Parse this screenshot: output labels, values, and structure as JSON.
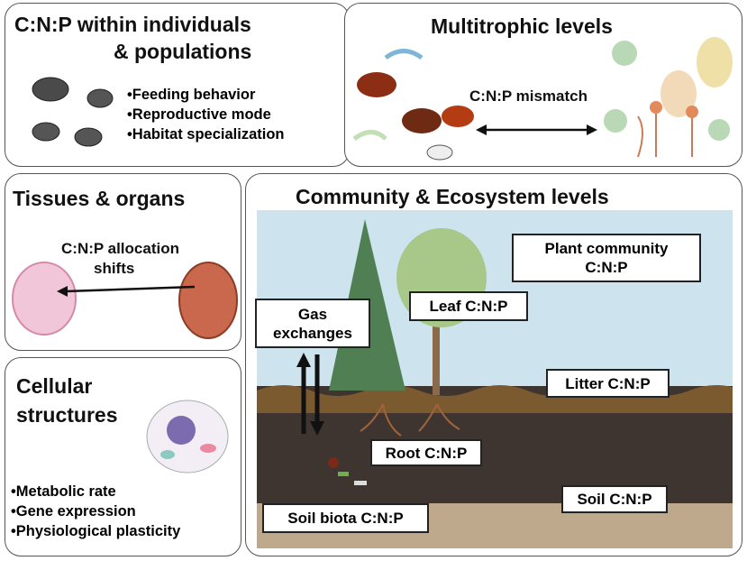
{
  "panels": {
    "individuals": {
      "title_1": "C:N:P within individuals",
      "title_2": "& populations",
      "bullets": [
        "•Feeding behavior",
        "•Reproductive mode",
        "•Habitat specialization"
      ]
    },
    "multitrophic": {
      "title": "Multitrophic levels",
      "mismatch": "C:N:P mismatch"
    },
    "tissues": {
      "title": "Tissues & organs",
      "label_1": "C:N:P allocation",
      "label_2": "shifts"
    },
    "cellular": {
      "title_1": "Cellular",
      "title_2": "structures",
      "bullets": [
        "•Metabolic rate",
        "•Gene expression",
        "•Physiological plasticity"
      ]
    },
    "community": {
      "title": "Community & Ecosystem levels",
      "labels": {
        "plant_1": "Plant community",
        "plant_2": "C:N:P",
        "leaf": "Leaf C:N:P",
        "gas_1": "Gas",
        "gas_2": "exchanges",
        "litter": "Litter C:N:P",
        "root": "Root C:N:P",
        "soil": "Soil C:N:P",
        "biota": "Soil biota C:N:P"
      }
    }
  },
  "colors": {
    "sky": "#cde3ee",
    "soil_dark": "#3e3430",
    "soil_light": "#bfa98d",
    "litter": "#7a5a2e",
    "tree": "#4f7f52",
    "tissue_pink": "#f1c6d8",
    "tissue_brown": "#c9684c"
  }
}
